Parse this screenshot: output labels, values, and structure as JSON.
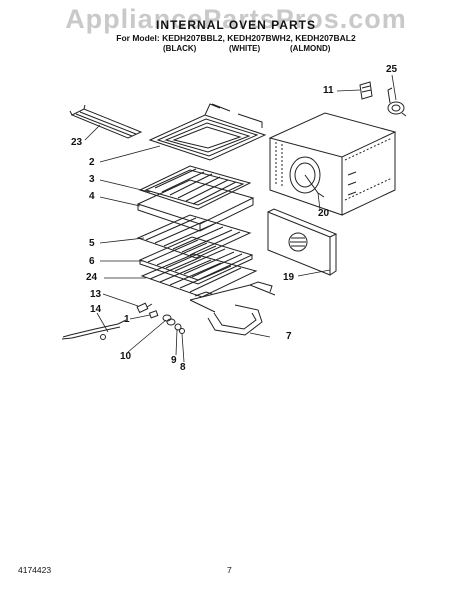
{
  "watermark": "AppliancePartsPros.com",
  "title": "INTERNAL OVEN PARTS",
  "models_line": "For Model: KEDH207BBL2, KEDH207BWH2, KEDH207BAL2",
  "colors": [
    "(BLACK)",
    "(WHITE)",
    "(ALMOND)"
  ],
  "callouts": [
    "25",
    "11",
    "23",
    "2",
    "3",
    "4",
    "20",
    "5",
    "6",
    "24",
    "19",
    "13",
    "14",
    "1",
    "7",
    "10",
    "9",
    "8"
  ],
  "footer_code": "4174423",
  "page_number": "7"
}
